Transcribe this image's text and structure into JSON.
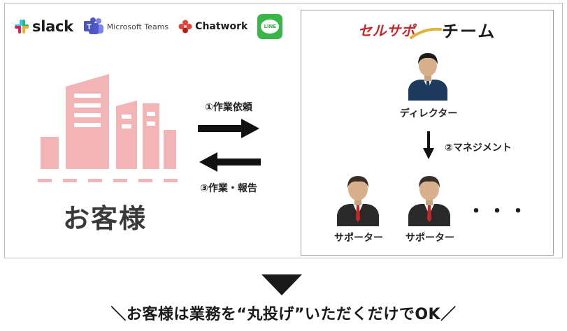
{
  "logos": {
    "slack": "slack",
    "teams": "Microsoft Teams",
    "chatwork": "Chatwork",
    "line": "LINE"
  },
  "customer": {
    "label": "お客様"
  },
  "arrows": {
    "request": "①作業依頼",
    "report": "③作業・報告",
    "manage": "②マネジメント"
  },
  "team": {
    "brand": "セルサポ",
    "title": "チーム",
    "director": "ディレクター",
    "supporter_1": "サポーター",
    "supporter_2": "サポーター",
    "more": "・・・"
  },
  "conclusion": "＼お客様は業務を“丸投げ”いただくだけでOK／",
  "colors": {
    "building": "#f2b4b4",
    "line_green": "#3ab648",
    "brand_red": "#c8262b",
    "arrow": "#111111"
  }
}
